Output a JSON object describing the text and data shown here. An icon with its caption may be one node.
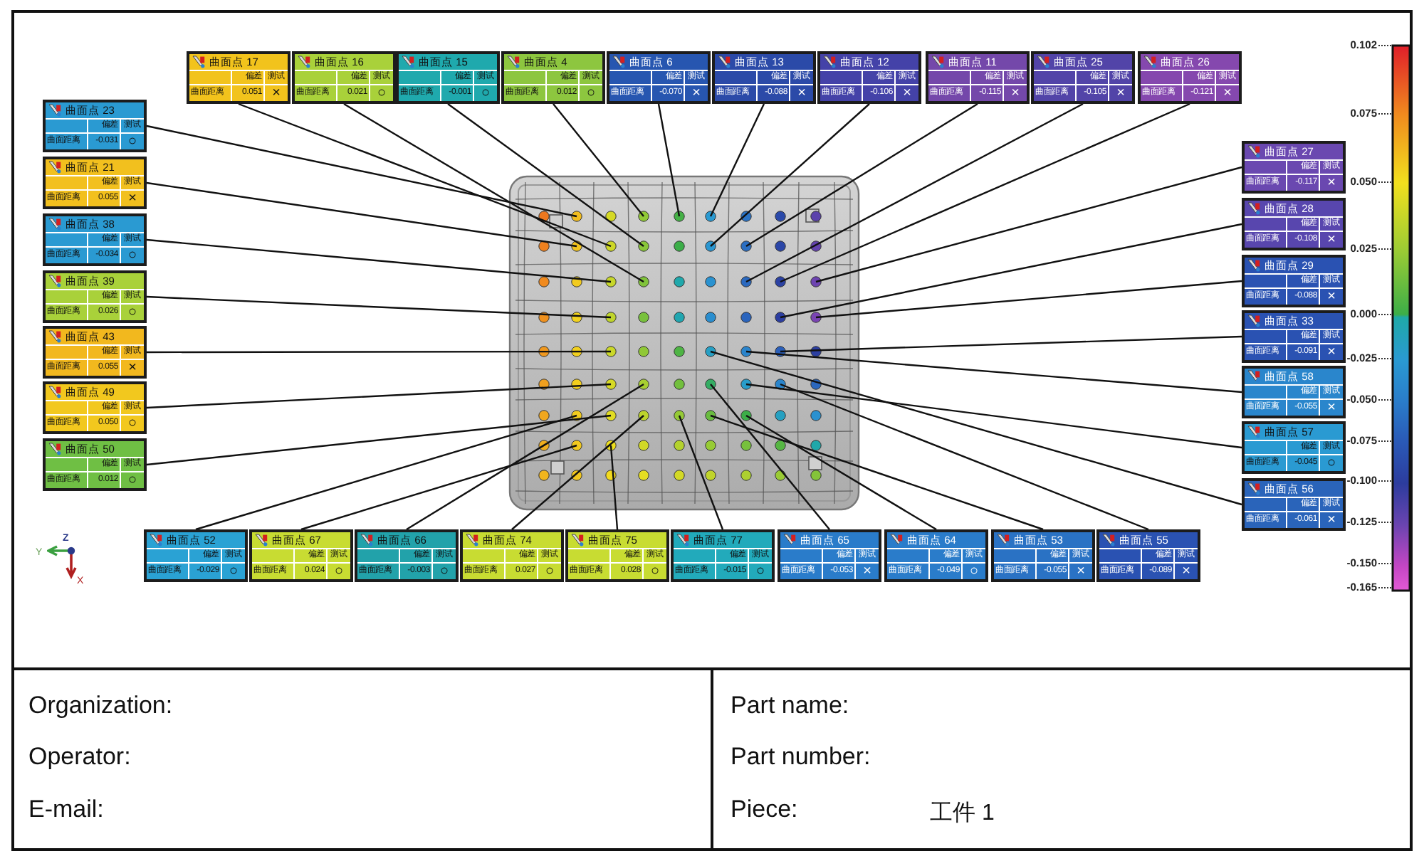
{
  "diagram": {
    "nodes": [
      {
        "text": [
          "曲面点 17",
          "偏差",
          "测试",
          "曲面距离",
          "0.051",
          "×"
        ]
      },
      {
        "text": [
          "曲面点 16",
          "偏差",
          "测试",
          "曲面距离",
          "0.021",
          "○"
        ]
      },
      {
        "text": [
          "曲面点 15",
          "偏差",
          "测试",
          "曲面距离",
          "-0.001",
          "○"
        ]
      },
      {
        "text": [
          "曲面点 4",
          "偏差",
          "测试",
          "曲面距离",
          "0.012",
          "○"
        ]
      },
      {
        "text": [
          "曲面点 6",
          "偏差",
          "测试",
          "曲面距离",
          "-0.070",
          "×"
        ]
      },
      {
        "text": [
          "曲面点 13",
          "偏差",
          "测试",
          "曲面距离",
          "-0.088",
          "×"
        ]
      },
      {
        "text": [
          "曲面点 12",
          "偏差",
          "测试",
          "曲面距离",
          "-0.106",
          "×"
        ]
      },
      {
        "text": [
          "曲面点 11",
          "偏差",
          "测试",
          "曲面距离",
          "-0.115",
          "×"
        ]
      },
      {
        "text": [
          "曲面点 25",
          "偏差",
          "测试",
          "曲面距离",
          "-0.105",
          "×"
        ]
      },
      {
        "text": [
          "曲面点 26",
          "偏差",
          "测试",
          "曲面距离",
          "-0.121",
          "×"
        ]
      },
      {
        "text": [
          "曲面点 23",
          "偏差",
          "测试",
          "曲面距离",
          "-0.031",
          "○"
        ]
      },
      {
        "text": [
          "曲面点 21",
          "偏差",
          "测试",
          "曲面距离",
          "0.055",
          "×"
        ]
      },
      {
        "text": [
          "曲面点 38",
          "偏差",
          "测试",
          "曲面距离",
          "-0.034",
          "○"
        ]
      },
      {
        "text": [
          "曲面点 39",
          "偏差",
          "测试",
          "曲面距离",
          "0.026",
          "○"
        ]
      },
      {
        "text": [
          "曲面点 43",
          "偏差",
          "测试",
          "曲面距离",
          "0.055",
          "×"
        ]
      },
      {
        "text": [
          "曲面点 49",
          "偏差",
          "测试",
          "曲面距离",
          "0.050",
          "○"
        ]
      },
      {
        "text": [
          "曲面点 50",
          "偏差",
          "测试",
          "曲面距离",
          "0.012",
          "○"
        ]
      },
      {
        "text": [
          "曲面点 27",
          "偏差",
          "测试",
          "曲面距离",
          "-0.117",
          "×"
        ]
      },
      {
        "text": [
          "曲面点 28",
          "偏差",
          "测试",
          "曲面距离",
          "-0.108",
          "×"
        ]
      },
      {
        "text": [
          "曲面点 29",
          "偏差",
          "测试",
          "曲面距离",
          "-0.088",
          "×"
        ]
      },
      {
        "text": [
          "曲面点 33",
          "偏差",
          "测试",
          "曲面距离",
          "-0.091",
          "×"
        ]
      },
      {
        "text": [
          "曲面点 58",
          "偏差",
          "测试",
          "曲面距离",
          "-0.055",
          "×"
        ]
      },
      {
        "text": [
          "曲面点 57",
          "偏差",
          "测试",
          "曲面距离",
          "-0.045",
          "○"
        ]
      },
      {
        "text": [
          "曲面点 56",
          "偏差",
          "测试",
          "曲面距离",
          "-0.061",
          "×"
        ]
      },
      {
        "text": [
          "曲面点 52",
          "偏差",
          "测试",
          "曲面距离",
          "-0.029",
          "○"
        ]
      },
      {
        "text": [
          "曲面点 67",
          "偏差",
          "测试",
          "曲面距离",
          "0.024",
          "○"
        ]
      },
      {
        "text": [
          "曲面点 66",
          "偏差",
          "测试",
          "曲面距离",
          "-0.003",
          "○"
        ]
      },
      {
        "text": [
          "曲面点 74",
          "偏差",
          "测试",
          "曲面距离",
          "0.027",
          "○"
        ]
      },
      {
        "text": [
          "曲面点 75",
          "偏差",
          "测试",
          "曲面距离",
          "0.028",
          "○"
        ]
      },
      {
        "text": [
          "曲面点 77",
          "偏差",
          "测试",
          "曲面距离",
          "-0.015",
          "○"
        ]
      },
      {
        "text": [
          "曲面点 65",
          "偏差",
          "测试",
          "曲面距离",
          "-0.053",
          "×"
        ]
      },
      {
        "text": [
          "曲面点 64",
          "偏差",
          "测试",
          "曲面距离",
          "-0.049",
          "○"
        ]
      },
      {
        "text": [
          "曲面点 53",
          "偏差",
          "测试",
          "曲面距离",
          "-0.055",
          "×"
        ]
      },
      {
        "text": [
          "曲面点 55",
          "偏差",
          "测试",
          "曲面距离",
          "-0.089",
          "×"
        ]
      }
    ],
    "edges": [
      {
        "from": 0,
        "to": null,
        "arrow": "none"
      },
      {
        "from": 1,
        "to": null,
        "arrow": "none"
      },
      {
        "from": 2,
        "to": null,
        "arrow": "none"
      },
      {
        "from": 3,
        "to": null,
        "arrow": "none"
      },
      {
        "from": 4,
        "to": null,
        "arrow": "none"
      },
      {
        "from": 5,
        "to": null,
        "arrow": "none"
      },
      {
        "from": 6,
        "to": null,
        "arrow": "none"
      },
      {
        "from": 7,
        "to": null,
        "arrow": "none"
      },
      {
        "from": 8,
        "to": null,
        "arrow": "none"
      },
      {
        "from": 9,
        "to": null,
        "arrow": "none"
      },
      {
        "from": 10,
        "to": null,
        "arrow": "none"
      },
      {
        "from": 11,
        "to": null,
        "arrow": "none"
      },
      {
        "from": 12,
        "to": null,
        "arrow": "none"
      },
      {
        "from": 13,
        "to": null,
        "arrow": "none"
      },
      {
        "from": 14,
        "to": null,
        "arrow": "none"
      },
      {
        "from": 15,
        "to": null,
        "arrow": "none"
      },
      {
        "from": 16,
        "to": null,
        "arrow": "none"
      },
      {
        "from": 17,
        "to": null,
        "arrow": "none"
      },
      {
        "from": 18,
        "to": null,
        "arrow": "none"
      },
      {
        "from": 19,
        "to": null,
        "arrow": "none"
      },
      {
        "from": 20,
        "to": null,
        "arrow": "none"
      },
      {
        "from": 21,
        "to": null,
        "arrow": "none"
      },
      {
        "from": 22,
        "to": null,
        "arrow": "none"
      },
      {
        "from": 23,
        "to": null,
        "arrow": "none"
      },
      {
        "from": 24,
        "to": null,
        "arrow": "none"
      },
      {
        "from": 25,
        "to": null,
        "arrow": "none"
      },
      {
        "from": 26,
        "to": null,
        "arrow": "none"
      },
      {
        "from": 27,
        "to": null,
        "arrow": "none"
      },
      {
        "from": 28,
        "to": null,
        "arrow": "none"
      },
      {
        "from": 29,
        "to": null,
        "arrow": "none"
      },
      {
        "from": 30,
        "to": null,
        "arrow": "none"
      },
      {
        "from": 31,
        "to": null,
        "arrow": "none"
      },
      {
        "from": 32,
        "to": null,
        "arrow": "none"
      },
      {
        "from": 33,
        "to": null,
        "arrow": "none"
      }
    ],
    "labels": [
      "0.102",
      "0.075",
      "0.050",
      "0.025",
      "0.000",
      "-0.025",
      "-0.050",
      "-0.075",
      "-0.100",
      "-0.125",
      "-0.150",
      "-0.165",
      "Z",
      "Y",
      "X",
      "Organization:",
      "Part name:",
      "Operator:",
      "Part number:",
      "E-mail:",
      "Piece:",
      "工件 1"
    ]
  }
}
